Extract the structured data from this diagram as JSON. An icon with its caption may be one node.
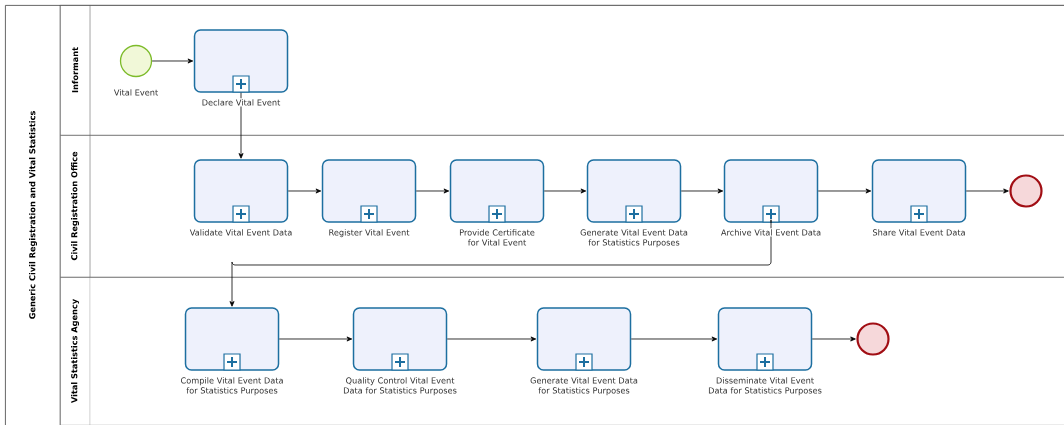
{
  "diagram": {
    "nodes": [
      {
        "text": [
          "Generic Civil Registration and Vital Statistics"
        ]
      },
      {
        "text": [
          "Informant"
        ],
        "in": 0
      },
      {
        "text": [
          "Civil Registration Office"
        ],
        "in": 0
      },
      {
        "text": [
          "Vital Statistics Agency"
        ],
        "in": 0
      },
      {
        "text": [
          "Vital Event"
        ],
        "in": 1
      },
      {
        "text": [
          "Declare Vital Event"
        ],
        "in": 1
      },
      {
        "text": [
          "Validate Vital Event Data"
        ],
        "in": 2
      },
      {
        "text": [
          "Register Vital Event"
        ],
        "in": 2
      },
      {
        "text": [
          "Provide Certificate for Vital Event"
        ],
        "in": 2
      },
      {
        "text": [
          "Generate Vital Event Data for Statistics Purposes"
        ],
        "in": 2
      },
      {
        "text": [
          "Archive Vital Event Data"
        ],
        "in": 2
      },
      {
        "text": [
          "Share Vital Event Data"
        ],
        "in": 2
      },
      {
        "text": [],
        "shape": "circle",
        "in": 2
      },
      {
        "text": [
          "Compile Vital Event Data for Statistics Purposes"
        ],
        "in": 3
      },
      {
        "text": [
          "Quality Control Vital Event Data for Statistics Purposes"
        ],
        "in": 3
      },
      {
        "text": [
          "Generate Vital Event Data for Statistics Purposes"
        ],
        "in": 3
      },
      {
        "text": [
          "Disseminate Vital Event Data for Statistics Purposes"
        ],
        "in": 3
      },
      {
        "text": [],
        "shape": "circle",
        "in": 3
      }
    ],
    "edges": [
      {
        "from": 4,
        "to": 5,
        "arrow": "to"
      },
      {
        "from": 5,
        "to": 6,
        "arrow": "to"
      },
      {
        "from": 6,
        "to": 7,
        "arrow": "to"
      },
      {
        "from": 7,
        "to": 8,
        "arrow": "to"
      },
      {
        "from": 8,
        "to": 9,
        "arrow": "to"
      },
      {
        "from": 9,
        "to": 10,
        "arrow": "to"
      },
      {
        "from": 10,
        "to": 11,
        "arrow": "to"
      },
      {
        "from": 11,
        "to": 12,
        "arrow": "to"
      },
      {
        "from": 10,
        "to": 13,
        "arrow": "to"
      },
      {
        "from": 13,
        "to": 14,
        "arrow": "to"
      },
      {
        "from": 14,
        "to": 15,
        "arrow": "to"
      },
      {
        "from": 15,
        "to": 16,
        "arrow": "to"
      },
      {
        "from": 16,
        "to": 17,
        "arrow": "to"
      }
    ]
  }
}
